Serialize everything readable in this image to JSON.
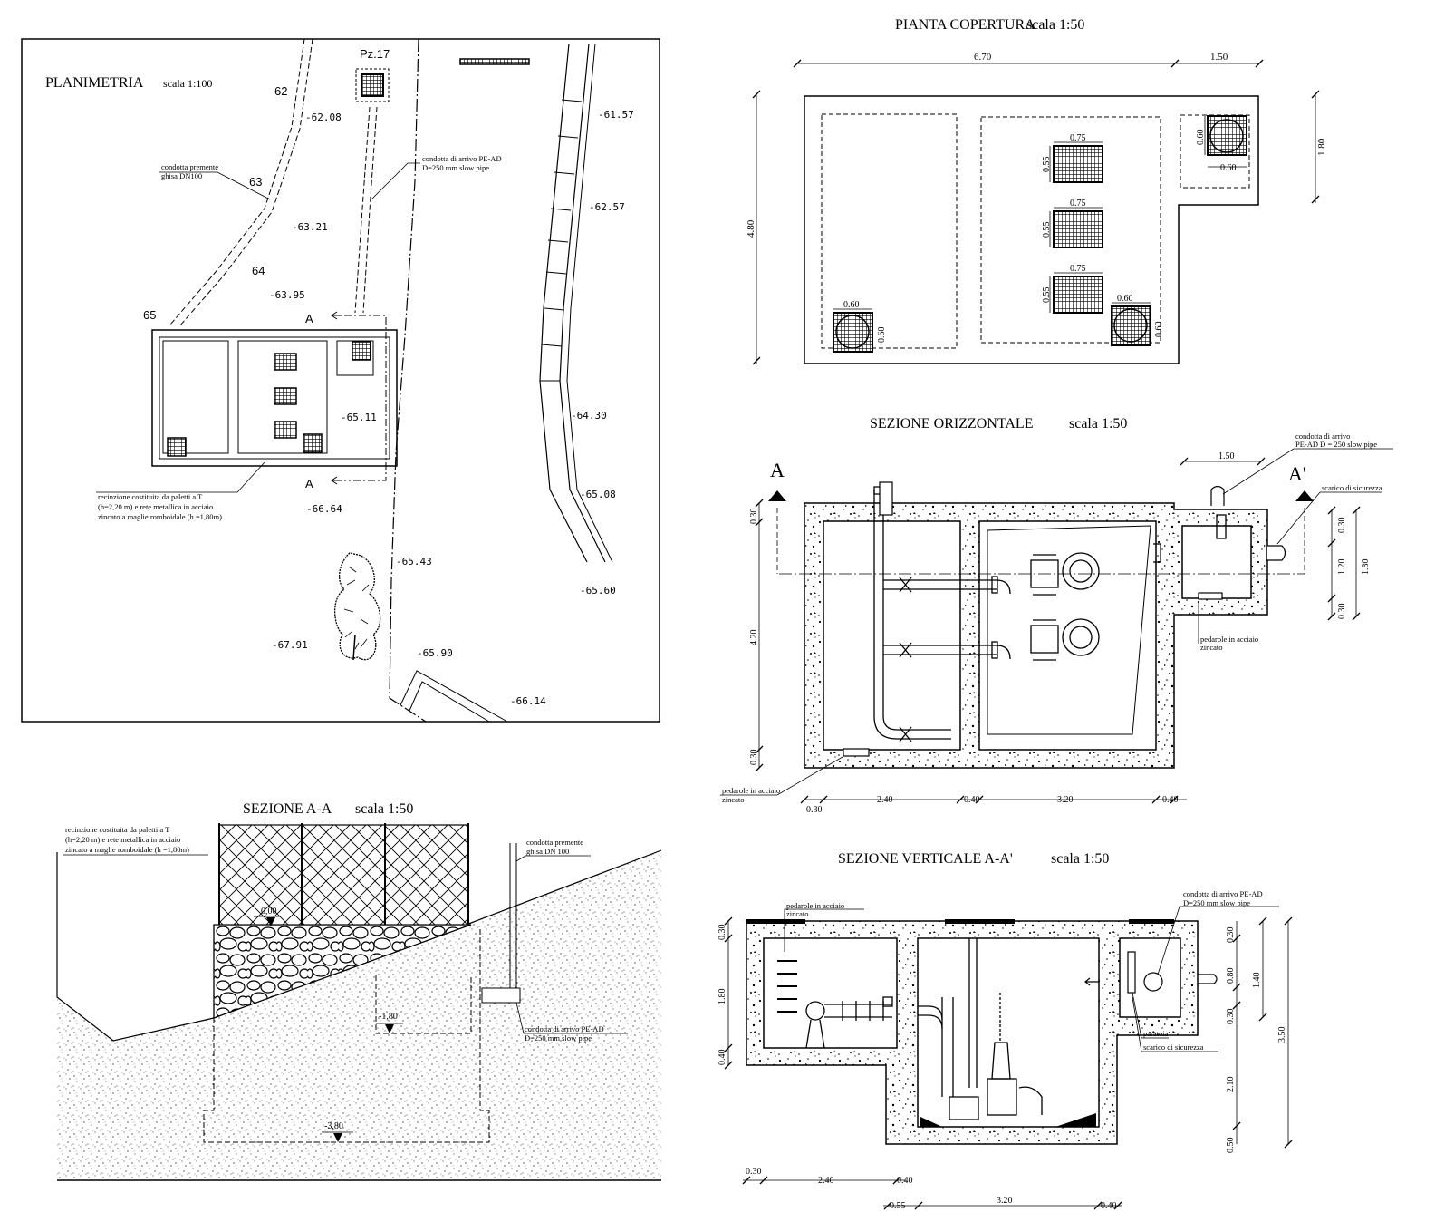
{
  "planimetria": {
    "title": "PLANIMETRIA",
    "scale": "scala 1:100",
    "pz_label": "Pz.17",
    "points": [
      "62",
      "63",
      "64",
      "65"
    ],
    "elevations": [
      "-62.08",
      "-63.21",
      "-63.95",
      "-65.11",
      "-66.64",
      "-65.43",
      "-67.91",
      "-65.90",
      "-66.14",
      "-61.57",
      "-62.57",
      "-64.30",
      "-65.08",
      "-65.60"
    ],
    "section_mark": "A",
    "note_premente": [
      "condotta premente",
      "ghisa DN100"
    ],
    "note_arrivo": [
      "condotta di arrivo PE-AD",
      "D=250 mm slow pipe"
    ],
    "note_recinzione": [
      "recinzione costituita da paletti a T",
      "(h=2,20 m)  e rete metallica in acciaio",
      "zincato a maglie romboidale (h =1,80m)"
    ]
  },
  "copertura": {
    "title": "PIANTA COPERTURA",
    "scale": "scala 1:50",
    "dim_top": [
      "6.70",
      "1.50"
    ],
    "dim_left": "4.80",
    "dim_right": "1.80",
    "grate_w": "0.75",
    "grate_h": "0.55",
    "hatch": "0.60"
  },
  "orizzontale": {
    "title": "SEZIONE ORIZZONTALE",
    "scale": "scala 1:50",
    "mark_a": "A",
    "mark_a2": "A'",
    "dim_top": "1.50",
    "note_arrivo": [
      "condotta di arrivo",
      "PE-AD  D = 250 slow pipe"
    ],
    "note_scarico": "scarico di sicurezza",
    "note_pedarole": [
      "pedarole in acciaio",
      "zincato"
    ],
    "dim_left": [
      "0.30",
      "4.20",
      "0.30"
    ],
    "dim_right": [
      "0.30",
      "1.20",
      "0.30",
      "1.80"
    ],
    "dim_bottom": [
      "0.30",
      "2.40",
      "0.40",
      "3.20",
      "0.40"
    ]
  },
  "sezione_aa": {
    "title": "SEZIONE A-A",
    "scale": "scala 1:50",
    "note_recinzione": [
      "recinzione costituita da paletti a T",
      "(h=2,20 m)  e rete metallica in acciaio",
      "zincato a maglie romboidale (h =1,80m)"
    ],
    "note_premente": [
      "condotta premente",
      "ghisa DN 100"
    ],
    "note_arrivo": [
      "condotta di arrivo PE-AD",
      "D=250 mm slow pipe"
    ],
    "levels": [
      "0,00",
      "-1,80",
      "-3,80"
    ]
  },
  "verticale": {
    "title": "SEZIONE VERTICALE A-A'",
    "scale": "scala 1:50",
    "note_pedarole": [
      "pedarole in acciaio",
      "zincato"
    ],
    "note_arrivo": [
      "condotta di arrivo PE-AD",
      "D=250 mm slow pipe"
    ],
    "note_paratoia": "paratoia",
    "note_scarico": "scarico di sicurezza",
    "dim_left": [
      "0.30",
      "1.80",
      "0.40"
    ],
    "dim_right": [
      "0.30",
      "0.80",
      "0.30",
      "1.40",
      "3.50",
      "2.10",
      "0.50"
    ],
    "dim_bottom1": [
      "0.30",
      "2.40",
      "0.40"
    ],
    "dim_bottom2": [
      "0.55",
      "3.20",
      "0.40"
    ]
  }
}
